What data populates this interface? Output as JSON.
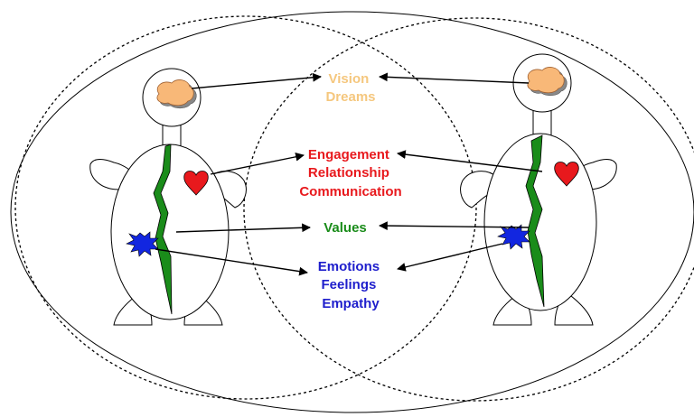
{
  "labels": {
    "vision": {
      "line1": "Vision",
      "line2": "Dreams",
      "color": "#f5c77e"
    },
    "engagement": {
      "line1": "Engagement",
      "line2": "Relationship",
      "line3": "Communication",
      "color": "#e8191d"
    },
    "values": {
      "line1": "Values",
      "color": "#1a8c1a"
    },
    "emotions": {
      "line1": "Emotions",
      "line2": "Feelings",
      "line3": "Empathy",
      "color": "#1e1ecc"
    }
  },
  "colors": {
    "brain": "#f8b878",
    "heart": "#e8191d",
    "spine": "#1a8c1a",
    "starburst": "#1226e0",
    "outline": "#000000"
  },
  "icons": {
    "brain": "brain-icon",
    "heart": "heart-icon",
    "spine": "spine-icon",
    "starburst": "starburst-icon"
  }
}
